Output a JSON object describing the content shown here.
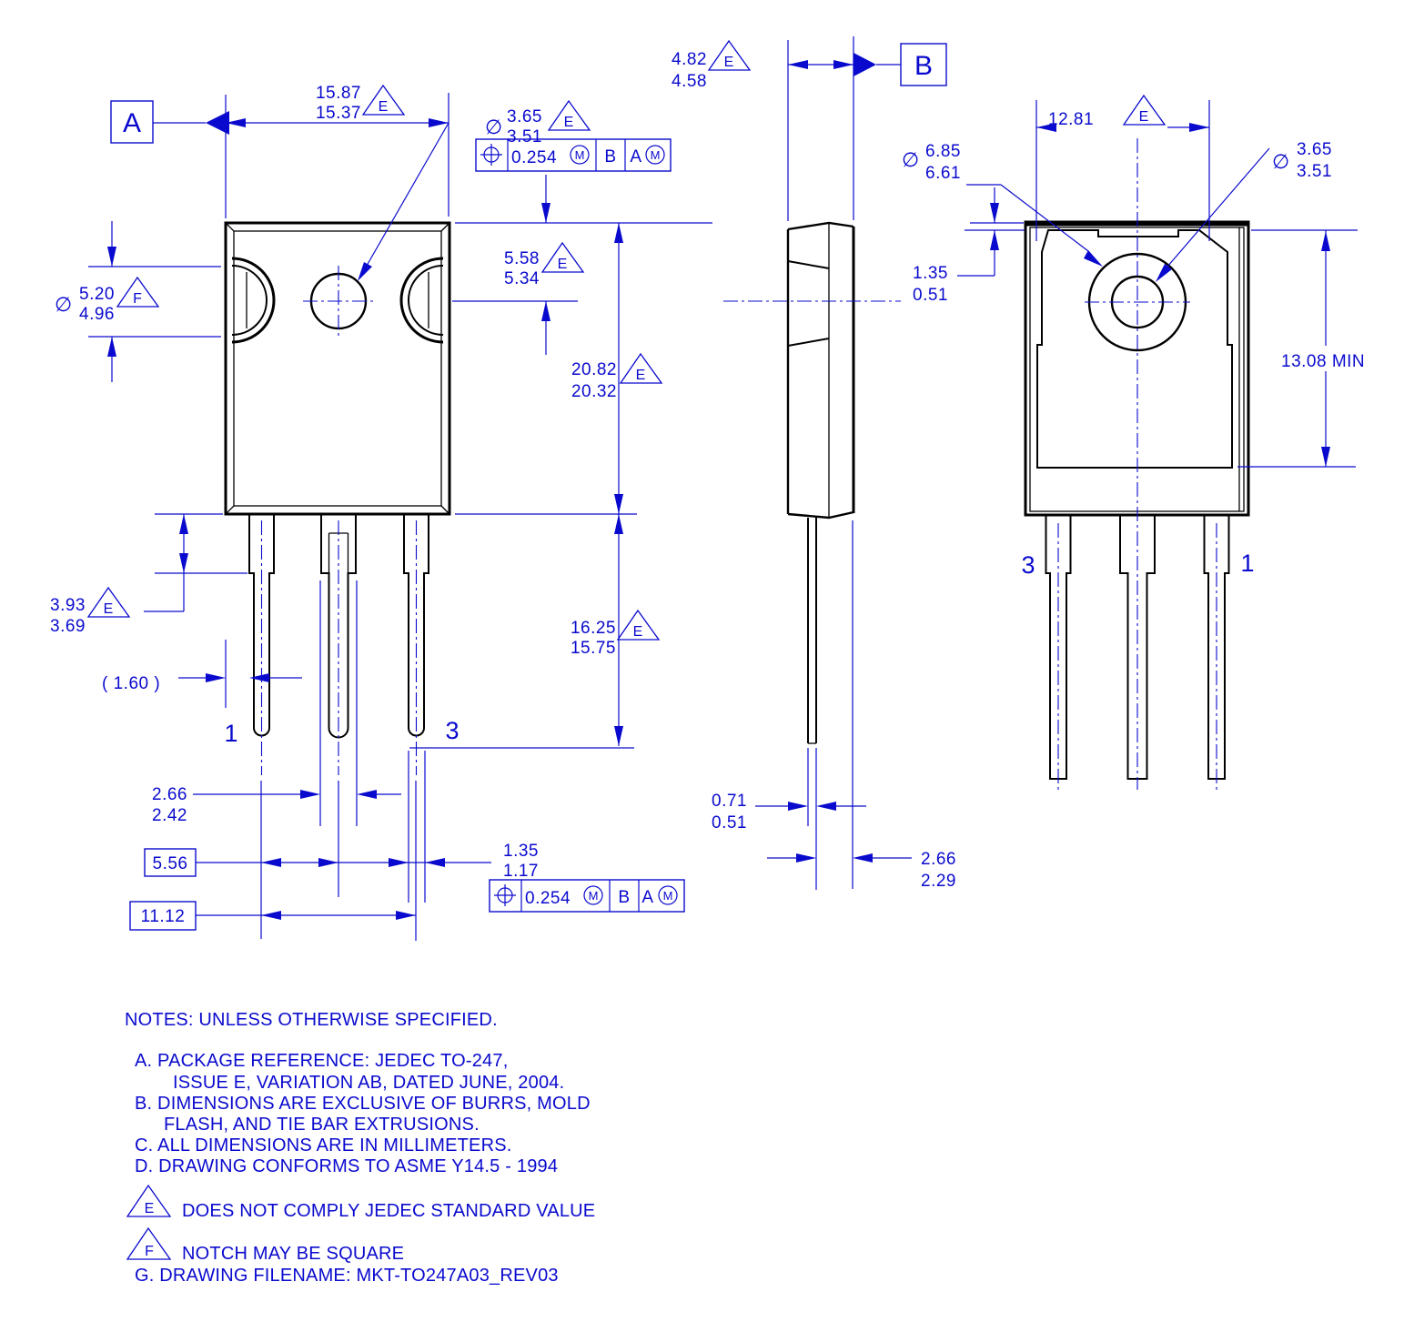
{
  "labels": {
    "diameter": "∅",
    "datum_a": "A",
    "datum_b": "B",
    "flag_e": "E",
    "flag_f": "F",
    "material_modifier": "M",
    "pin_1": "1",
    "pin_3": "3"
  },
  "front_view": {
    "overall_width": {
      "max": "15.87",
      "min": "15.37"
    },
    "mounting_hole_dia": {
      "max": "3.65",
      "min": "3.51"
    },
    "hole_position_tol": "0.254",
    "notch_dia": {
      "max": "5.20",
      "min": "4.96"
    },
    "hole_center_from_top": {
      "max": "5.58",
      "min": "5.34"
    },
    "body_height": {
      "max": "20.82",
      "min": "20.32"
    },
    "lead_length": {
      "max": "16.25",
      "min": "15.75"
    },
    "shoulder_length": {
      "max": "3.93",
      "min": "3.69"
    },
    "lead_width_ref": "( 1.60 )",
    "shoulder_width": {
      "max": "2.66",
      "min": "2.42"
    },
    "lead_pitch": "5.56",
    "lead_span": "11.12",
    "lead_width": {
      "max": "1.35",
      "min": "1.17"
    },
    "lead_position_tol": "0.254"
  },
  "side_view": {
    "body_thickness": {
      "max": "4.82",
      "min": "4.58"
    },
    "lead_thickness": {
      "max": "0.71",
      "min": "0.51"
    },
    "lead_setback": {
      "max": "2.66",
      "min": "2.29"
    }
  },
  "back_view": {
    "tab_width": "12.81",
    "pad_dia": {
      "max": "6.85",
      "min": "6.61"
    },
    "hole_dia": {
      "max": "3.65",
      "min": "3.51"
    },
    "tab_top_offset": {
      "max": "1.35",
      "min": "0.51"
    },
    "tab_height": "13.08 MIN"
  },
  "notes": {
    "title": "NOTES: UNLESS OTHERWISE SPECIFIED.",
    "a1": "A.  PACKAGE REFERENCE: JEDEC TO-247,",
    "a2": "ISSUE E, VARIATION AB, DATED JUNE, 2004.",
    "b1": "B.  DIMENSIONS ARE EXCLUSIVE OF BURRS, MOLD",
    "b2": "FLASH, AND TIE BAR EXTRUSIONS.",
    "c": "C.  ALL DIMENSIONS ARE IN MILLIMETERS.",
    "d": "D.  DRAWING CONFORMS TO ASME Y14.5 - 1994",
    "e": "DOES NOT COMPLY JEDEC STANDARD VALUE",
    "f": "NOTCH MAY BE SQUARE",
    "g": "G.   DRAWING FILENAME: MKT-TO247A03_REV03"
  },
  "colors": {
    "annotation_blue": "#0a0ace",
    "drawing_black": "#000000",
    "background": "#ffffff"
  }
}
